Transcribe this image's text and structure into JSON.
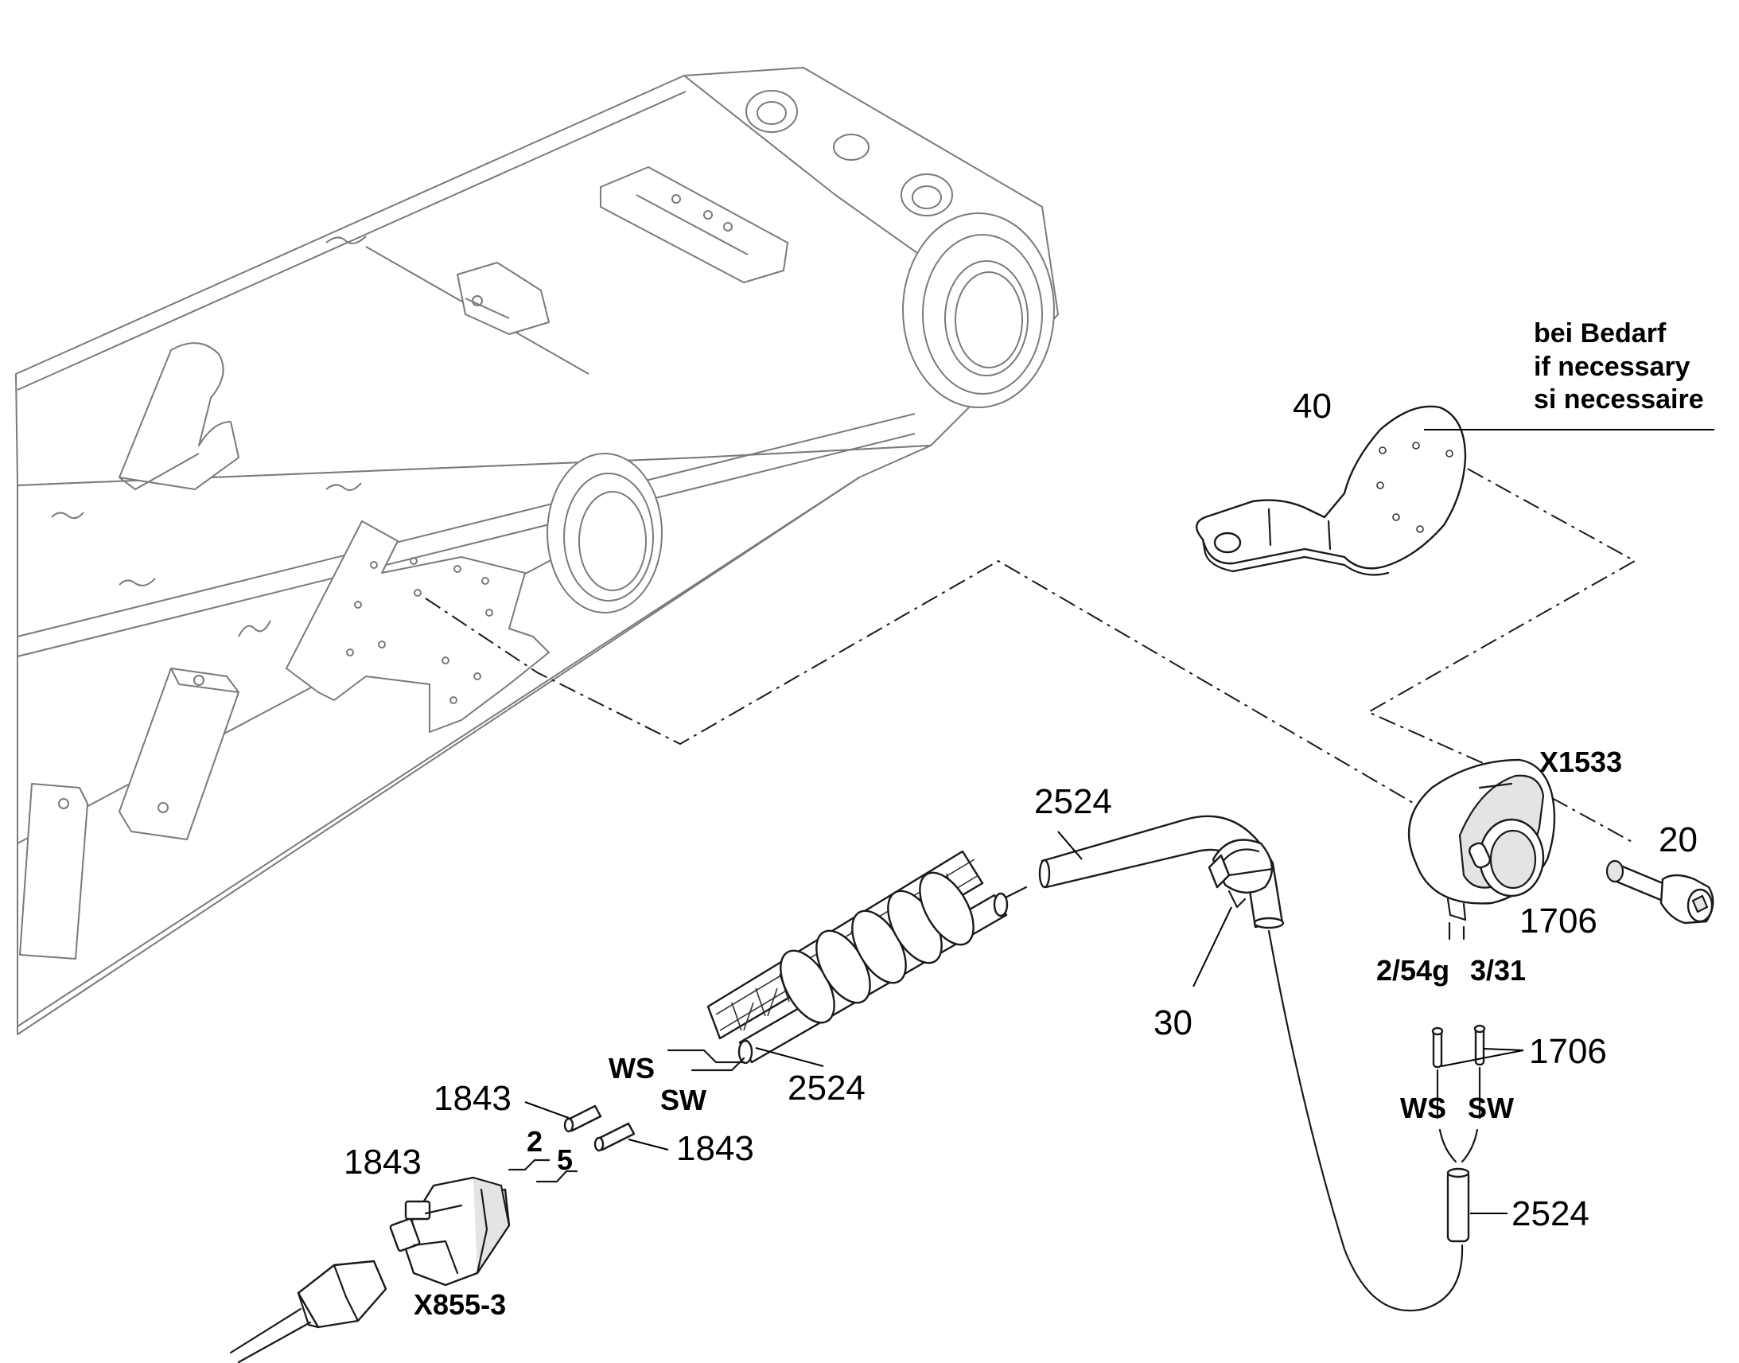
{
  "note": {
    "lines": [
      "bei Bedarf",
      "if necessary",
      "si necessaire"
    ]
  },
  "connectors": {
    "x1533": "X1533",
    "x855": "X855-3"
  },
  "positions": {
    "p40": "40",
    "p20": "20",
    "p30": "30",
    "p1706_socket": "1706",
    "p1706_pins": "1706",
    "p2524_top": "2524",
    "p2524_mid": "2524",
    "p2524_right": "2524",
    "p1843_a": "1843",
    "p1843_b": "1843",
    "p1843_c": "1843"
  },
  "terminals": {
    "t254g": "2/54g",
    "t331": "3/31",
    "ws_right": "WS",
    "sw_right": "SW",
    "ws_left": "WS",
    "sw_left": "SW",
    "pin2": "2",
    "pin5": "5"
  },
  "icons": [
    "frame-rail",
    "mounting-bracket",
    "trailer-socket",
    "cap-screw",
    "hose-clamp",
    "protective-sleeve",
    "cable-tube",
    "crimp-pin",
    "plug-connector"
  ]
}
